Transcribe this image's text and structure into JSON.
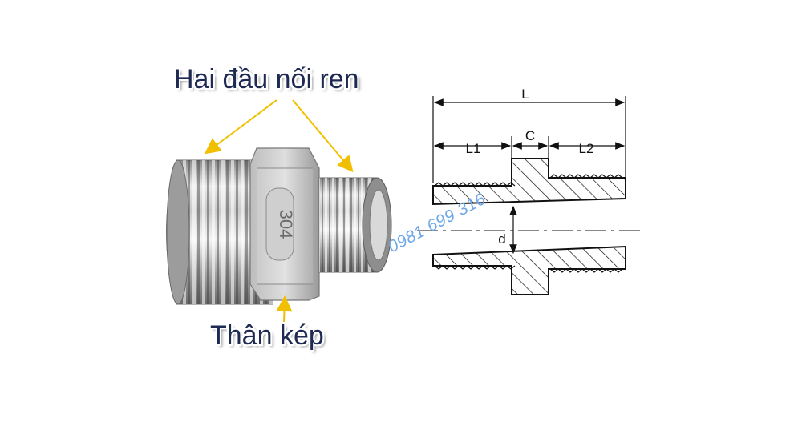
{
  "labels": {
    "threaded_ends": "Hai đầu nối ren",
    "body": "Thân kép"
  },
  "part_marking": "304",
  "dimensions": {
    "overall": "L",
    "left_thread": "L1",
    "hex": "C",
    "right_thread": "L2",
    "bore": "d"
  },
  "watermark": "0981 699 316",
  "colors": {
    "label_text": "#1e2a52",
    "arrow": "#f0c000",
    "watermark": "#6fa8e6",
    "drawing_line": "#111111"
  }
}
